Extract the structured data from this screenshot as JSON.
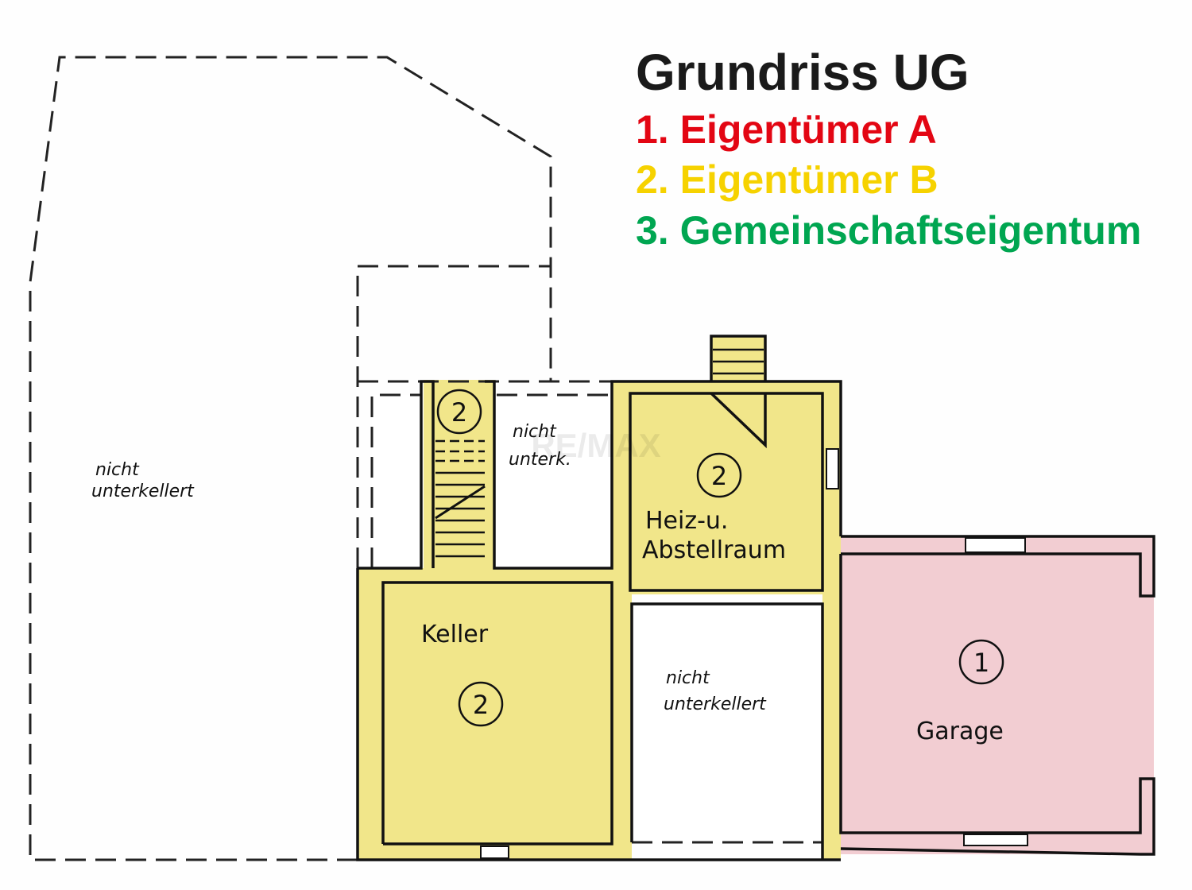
{
  "legend": {
    "title": "Grundriss UG",
    "items": [
      {
        "label": "1. Eigentümer A",
        "color": "#e30613"
      },
      {
        "label": "2. Eigentümer B",
        "color": "#f6d200"
      },
      {
        "label": "3. Gemeinschaftseigentum",
        "color": "#00a651"
      }
    ]
  },
  "colors": {
    "owner_b_fill": "#f1e68a",
    "owner_a_fill": "#f2cdd2"
  },
  "rooms": {
    "left_area": {
      "line1": "nicht",
      "line2": "unterkellert"
    },
    "small_area": {
      "line1": "nicht",
      "line2": "unterk."
    },
    "heiz": {
      "line1": "Heiz-u.",
      "line2": "Abstellraum",
      "marker": "2"
    },
    "stairs": {
      "marker": "2"
    },
    "keller": {
      "label": "Keller",
      "marker": "2"
    },
    "middle_area": {
      "line1": "nicht",
      "line2": "unterkellert"
    },
    "garage": {
      "label": "Garage",
      "marker": "1"
    }
  },
  "watermark": "RE/MAX"
}
